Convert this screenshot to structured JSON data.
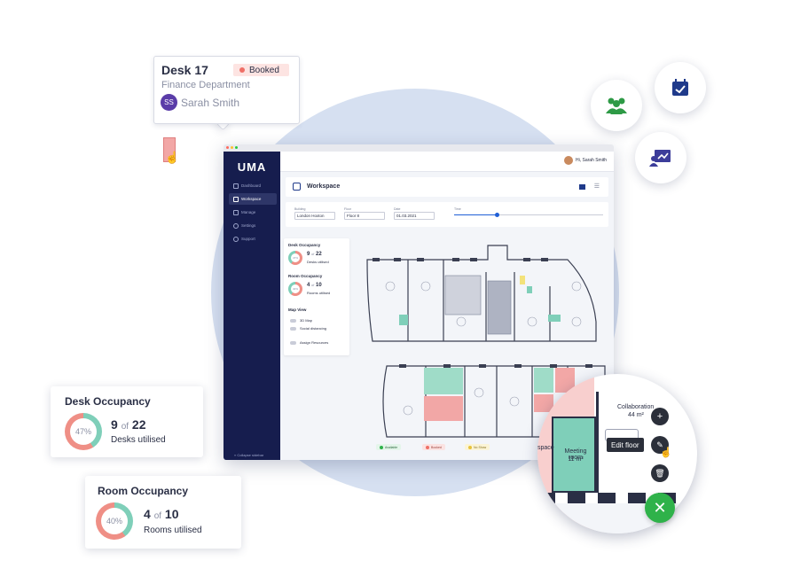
{
  "desk_popup": {
    "title": "Desk 17",
    "status": "Booked",
    "department": "Finance Department",
    "user_initials": "SS",
    "user_name": "Sarah Smith"
  },
  "app": {
    "logo": "UMA",
    "nav": [
      "Dashboard",
      "Workspace",
      "Manage",
      "Settings",
      "Support"
    ],
    "collapse_label": "Collapse sidebar",
    "greeting": "Hi, Sarah Smith",
    "page_title": "Workspace",
    "filters": {
      "building_label": "Building",
      "building_value": "London Hoxton",
      "floor_label": "Floor",
      "floor_value": "Floor 8",
      "date_label": "Date",
      "date_value": "01.03.2021",
      "time_label": "Time"
    },
    "panel": {
      "desk_title": "Desk Occupancy",
      "desk_count": "9",
      "desk_of": "of",
      "desk_total": "22",
      "desk_caption": "Desks utilised",
      "desk_pct": "47%",
      "room_title": "Room Occupancy",
      "room_count": "4",
      "room_of": "of",
      "room_total": "10",
      "room_caption": "Rooms utilised",
      "room_pct": "40%",
      "mapview_title": "Map View",
      "toggle_3d": "3D Map",
      "toggle_social": "Social distancing",
      "assign": "Assign Resources"
    },
    "legend": [
      "Available",
      "Booked",
      "No Show"
    ]
  },
  "desk_card": {
    "title": "Desk Occupancy",
    "pct": "47%",
    "count": "9",
    "of": "of",
    "total": "22",
    "caption": "Desks utilised",
    "fraction": 0.41
  },
  "room_card": {
    "title": "Room Occupancy",
    "pct": "40%",
    "count": "4",
    "of": "of",
    "total": "10",
    "caption": "Rooms utilised",
    "fraction": 0.4
  },
  "magnifier": {
    "room_name": "Collaboration",
    "room_area": "44 m²",
    "meeting_name": "Meeting room",
    "meeting_area": "11 m²",
    "tooltip": "Edit floor",
    "side_label": "space"
  },
  "icons": [
    "people-icon",
    "calendar-check-icon",
    "presentation-icon"
  ],
  "colors": {
    "navy": "#161d4e",
    "teal": "#7fcfb9",
    "coral": "#ef8f86",
    "green": "#2fb24a",
    "icon_green": "#2e9a46",
    "icon_blue": "#1f3a8a",
    "icon_purple": "#3c3d9a"
  }
}
